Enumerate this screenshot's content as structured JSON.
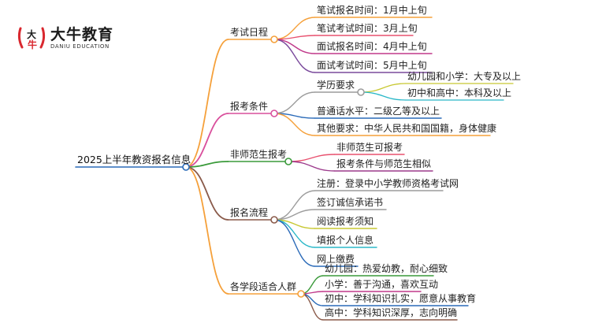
{
  "brand": {
    "name": "大牛教育",
    "name_en": "DANIU EDUCATION",
    "mark_text": "大牛"
  },
  "mindmap": {
    "root": "2025上半年教资报名信息",
    "branches": [
      {
        "label": "考试日程",
        "color": "#f5a03a",
        "children": [
          {
            "label": "笔试报名时间：1月中上旬",
            "color": "#f5a03a"
          },
          {
            "label": "笔试考试时间：3月上旬",
            "color": "#e8506e"
          },
          {
            "label": "面试报名时间：4月中上旬",
            "color": "#c0398a"
          },
          {
            "label": "面试考试时间：5月中上旬",
            "color": "#7a4a9c"
          }
        ]
      },
      {
        "label": "报考条件",
        "color": "#d94f9c",
        "children": [
          {
            "label": "学历要求",
            "color": "#9c9c9c",
            "children": [
              {
                "label": "幼儿园和小学：大专及以上",
                "color": "#c8c832"
              },
              {
                "label": "初中和高中：本科及以上",
                "color": "#2bb8c8"
              }
            ]
          },
          {
            "label": "普通话水平：二级乙等及以上",
            "color": "#2a6ab8"
          },
          {
            "label": "其他要求：中华人民共和国国籍，身体健康",
            "color": "#f5a03a"
          }
        ]
      },
      {
        "label": "非师范生报考",
        "color": "#3a9a3a",
        "children": [
          {
            "label": "非师范生可报考",
            "color": "#e8506e"
          },
          {
            "label": "报考条件与师范生相似",
            "color": "#9c3a8c"
          }
        ]
      },
      {
        "label": "报名流程",
        "color": "#8a5a4a",
        "children": [
          {
            "label": "注册：登录中小学教师资格考试网",
            "color": "#9c9c9c"
          },
          {
            "label": "签订诚信承诺书",
            "color": "#9c9c9c"
          },
          {
            "label": "阅读报考须知",
            "color": "#c8c832"
          },
          {
            "label": "填报个人信息",
            "color": "#2bb8c8"
          },
          {
            "label": "网上缴费",
            "color": "#2a6ab8"
          }
        ]
      },
      {
        "label": "各学段适合人群",
        "color": "#f5a03a",
        "children": [
          {
            "label": "幼儿园：热爱幼教，耐心细致",
            "color": "#3a9a3a"
          },
          {
            "label": "小学：善于沟通，喜欢互动",
            "color": "#c0398a"
          },
          {
            "label": "初中：学科知识扎实，愿意从事教育",
            "color": "#2a6ab8"
          },
          {
            "label": "高中：学科知识深厚，志向明确",
            "color": "#8a5a4a"
          }
        ]
      }
    ]
  },
  "colors": {
    "root_line": "#2a6ab8",
    "logo_red": "#d9282f"
  }
}
